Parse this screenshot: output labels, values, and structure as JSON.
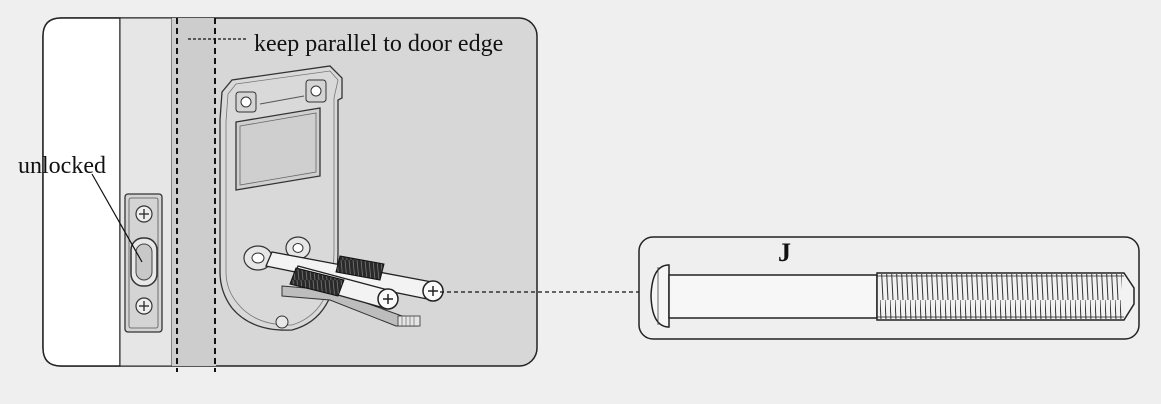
{
  "labels": {
    "parallel_note": "keep parallel to door edge",
    "unlocked": "unlocked",
    "part_letter": "J"
  },
  "colors": {
    "background": "#efefef",
    "panel_gray": "#d7d7d7",
    "door_white": "#ffffff",
    "stroke": "#222222",
    "thread_dark": "#2a2a2a"
  },
  "icons": {
    "screw_closeup": "machine-screw-icon",
    "screw_head": "phillips-head-icon"
  }
}
